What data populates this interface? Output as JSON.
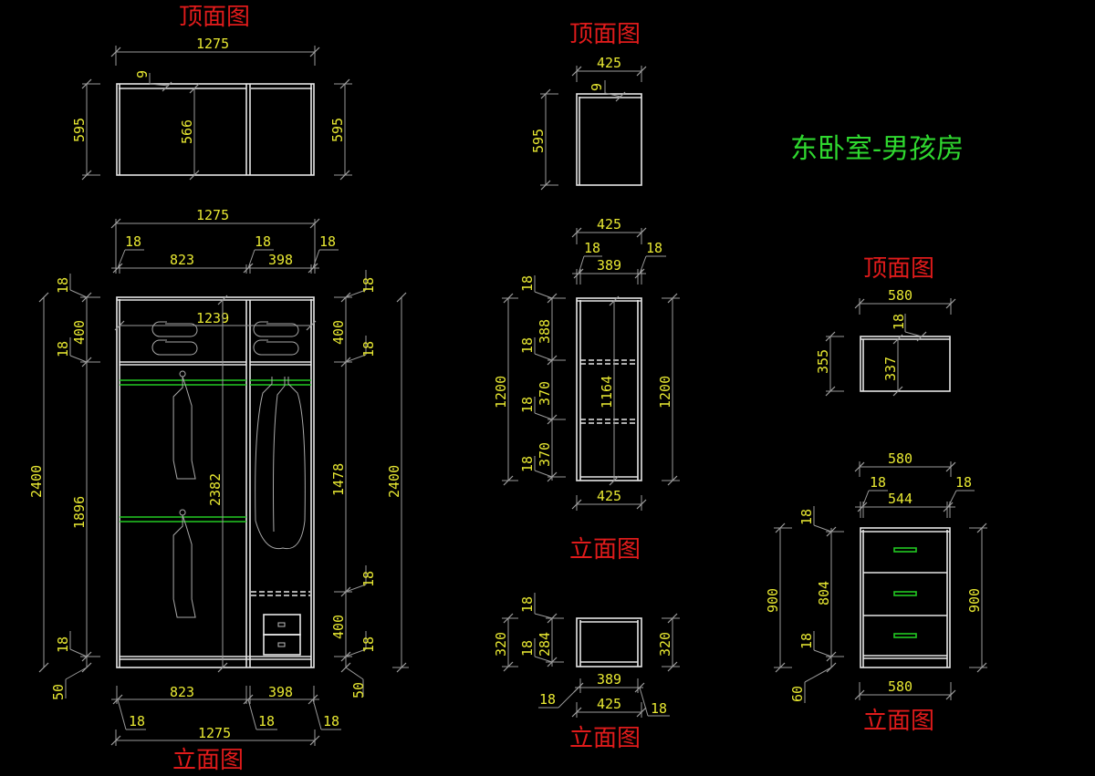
{
  "drawing_title": "东卧室-男孩房",
  "colors": {
    "background": "#000000",
    "outline": "#e6e6e6",
    "dimension_text": "#e8e832",
    "view_label": "#e01b1b",
    "title": "#2fd82f",
    "rod_handle": "#22c922"
  },
  "wardrobe": {
    "top_view": {
      "label": "顶面图",
      "width": "1275",
      "depth_left": "595",
      "depth_right": "595",
      "inner_depth": "566",
      "door_thickness": "9"
    },
    "elevation": {
      "label": "立面图",
      "overall_width_top": "1275",
      "overall_width_bottom": "1275",
      "left_bay_width": "823",
      "right_bay_width": "398",
      "panel_18_a": "18",
      "panel_18_b": "18",
      "panel_18_c": "18",
      "inner_width": "1239",
      "inner_height": "2382",
      "overall_height_left": "2400",
      "overall_height_right": "2400",
      "left_top_panel": "18",
      "left_top_cell": "400",
      "left_shelf_panel": "18",
      "left_hanging": "1896",
      "left_bottom_panel": "18",
      "left_plinth": "50",
      "right_top_panel": "18",
      "right_top_cell": "400",
      "right_shelf_panel": "18",
      "right_hanging": "1478",
      "right_mid_panel": "18",
      "right_bottom_cell": "400",
      "right_bottom_panel": "18",
      "right_plinth": "50"
    }
  },
  "bookcase": {
    "top_view": {
      "label": "顶面图",
      "width": "425",
      "depth": "595",
      "door_thickness": "9"
    },
    "elevation": {
      "label": "立面图",
      "overall_width_top": "425",
      "inner_width": "389",
      "side_left": "18",
      "side_right": "18",
      "overall_width_bottom": "425",
      "height_left": "1200",
      "height_right": "1200",
      "inner_height": "1164",
      "top_panel": "18",
      "cell_1": "388",
      "shelf_1": "18",
      "cell_2": "370",
      "shelf_2": "18",
      "cell_3": "370",
      "bottom_panel": "18"
    }
  },
  "box": {
    "elevation": {
      "label": "立面图",
      "height_left": "320",
      "height_right": "320",
      "top_panel": "18",
      "inner_height": "284",
      "bottom_panel": "18",
      "inner_width": "389",
      "overall_width": "425",
      "side_left": "18",
      "side_right": "18"
    }
  },
  "nightstand": {
    "top_view": {
      "label": "顶面图",
      "width": "580",
      "depth": "355",
      "inner_depth": "337",
      "back_panel": "18"
    },
    "elevation": {
      "label": "立面图",
      "overall_width_top": "580",
      "inner_width": "544",
      "side_left": "18",
      "side_right": "18",
      "overall_width_bottom": "580",
      "height_left": "900",
      "height_right": "900",
      "inner_height": "804",
      "top_panel": "18",
      "bottom_panel": "18",
      "plinth": "60"
    }
  }
}
